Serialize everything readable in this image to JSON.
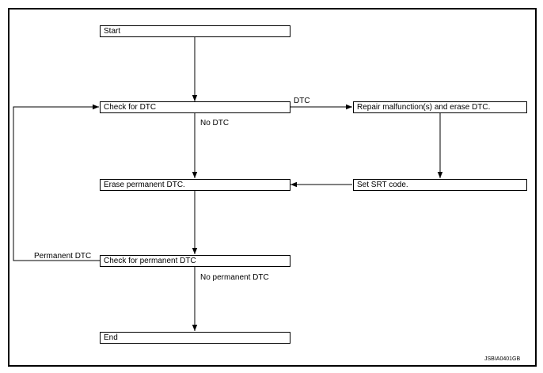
{
  "boxes": {
    "start": "Start",
    "check_dtc": "Check for DTC",
    "repair": "Repair malfunction(s) and erase DTC.",
    "erase_permanent": "Erase permanent DTC.",
    "set_srt": "Set SRT code.",
    "check_permanent": "Check for permanent DTC",
    "end": "End"
  },
  "labels": {
    "dtc": "DTC",
    "no_dtc": "No DTC",
    "permanent_dtc": "Permanent DTC",
    "no_permanent_dtc": "No permanent DTC"
  },
  "figure_code": "JSBIA0401GB",
  "colors": {
    "line": "#000000",
    "background": "#ffffff"
  }
}
